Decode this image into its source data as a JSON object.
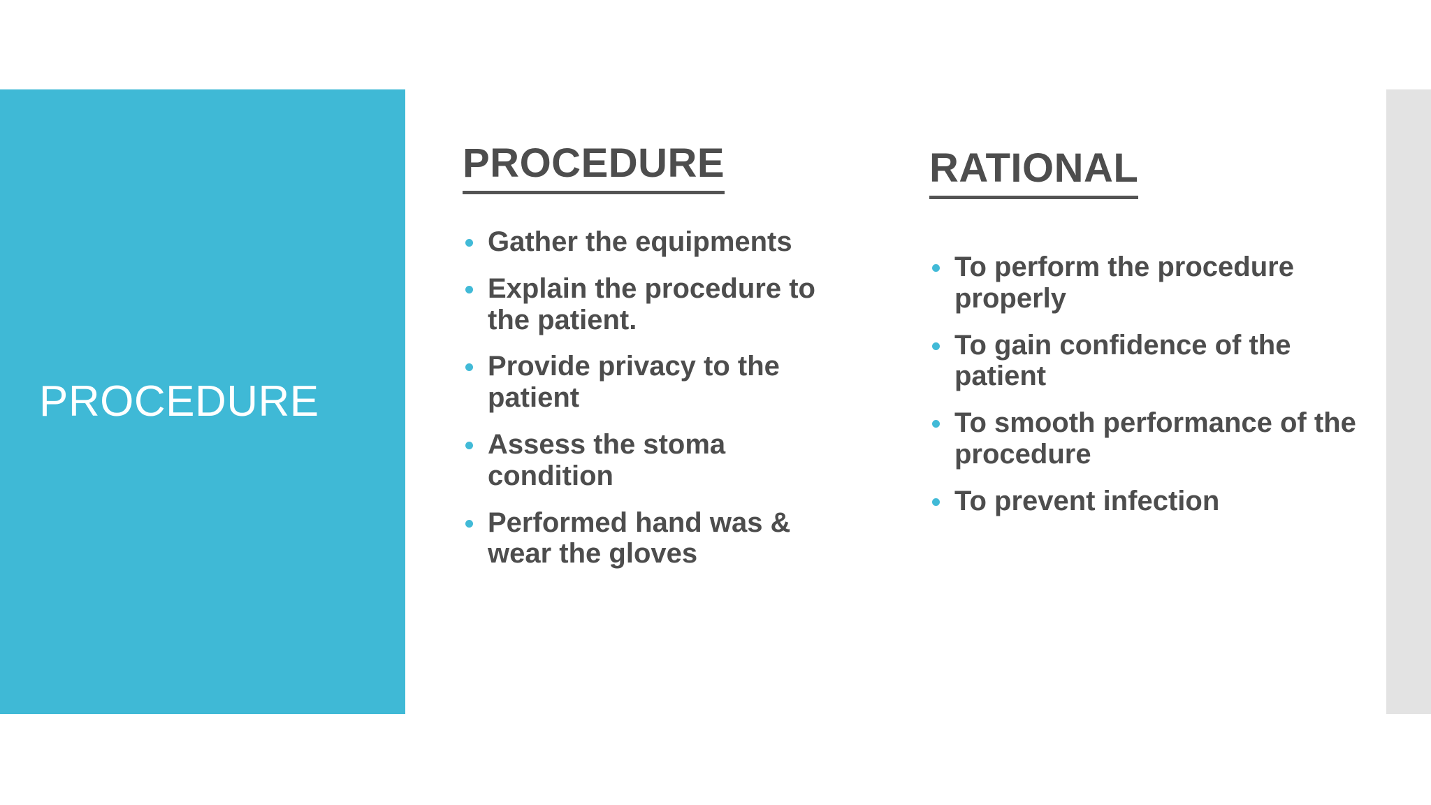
{
  "slide": {
    "background_color": "#ffffff",
    "accent_color": "#3fb9d6",
    "text_color": "#4d4d4d",
    "bullet_color": "#41bad7",
    "edge_strip_color": "#e3e3e3",
    "title_panel": {
      "title": "PROCEDURE"
    },
    "columns": [
      {
        "key": "procedure",
        "heading": "PROCEDURE",
        "items": [
          "Gather the equipments",
          "Explain the procedure to the patient.",
          "Provide privacy to the patient",
          "Assess the stoma condition",
          "Performed hand was & wear the gloves"
        ]
      },
      {
        "key": "rational",
        "heading": "RATIONAL",
        "items": [
          "To perform the procedure properly",
          "To gain confidence of the patient",
          "To smooth performance of the procedure",
          "To prevent infection"
        ]
      }
    ]
  }
}
